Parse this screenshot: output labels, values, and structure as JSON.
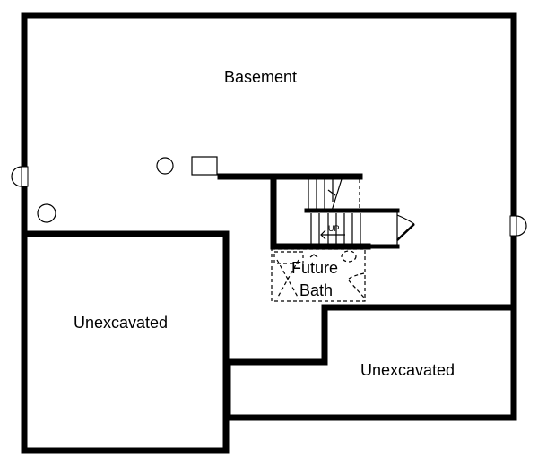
{
  "plan": {
    "rooms": {
      "basement": "Basement",
      "unexcavated_left": "Unexcavated",
      "unexcavated_right": "Unexcavated",
      "future_bath_line1": "Future",
      "future_bath_line2": "Bath"
    },
    "stair_label": "UP",
    "colors": {
      "wall": "#000000",
      "background": "#ffffff"
    }
  }
}
